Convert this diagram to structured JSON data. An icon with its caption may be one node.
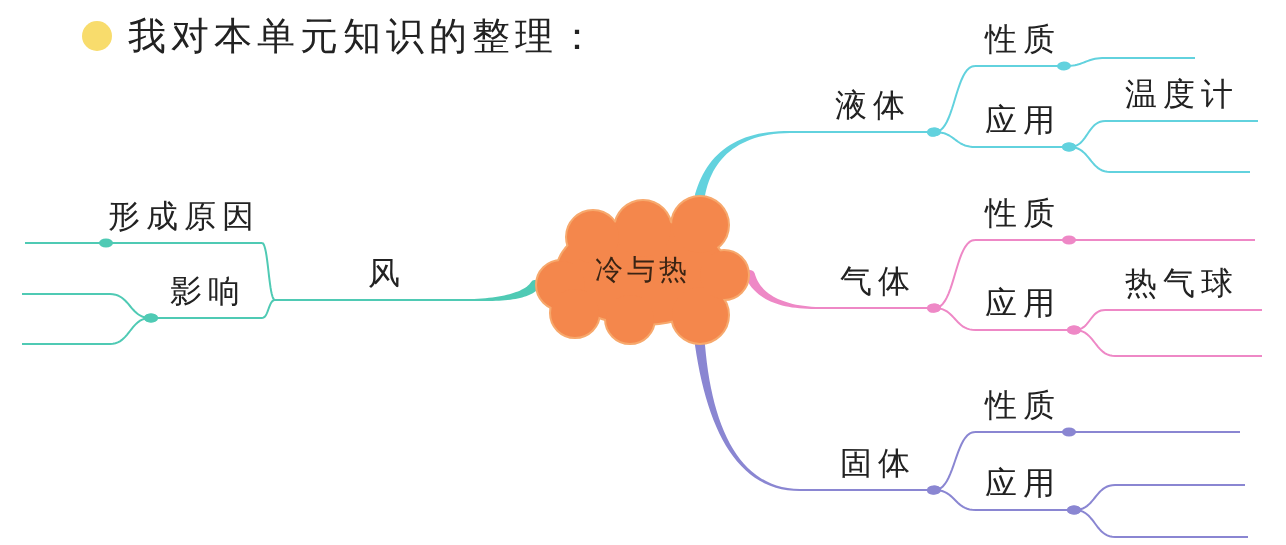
{
  "diagram": {
    "title": "我对本单元知识的整理：",
    "nodes": [
      {
        "text": [
          "冷与热"
        ]
      },
      {
        "text": [
          "风"
        ]
      },
      {
        "text": [
          "形成原因"
        ]
      },
      {
        "text": [
          "影响"
        ]
      },
      {
        "text": [
          "液体"
        ]
      },
      {
        "text": [
          "性质"
        ]
      },
      {
        "text": [
          "应用"
        ]
      },
      {
        "text": [
          "温度计"
        ]
      },
      {
        "text": [
          "气体"
        ]
      },
      {
        "text": [
          "性质"
        ]
      },
      {
        "text": [
          "应用"
        ]
      },
      {
        "text": [
          "热气球"
        ]
      },
      {
        "text": [
          "固体"
        ]
      },
      {
        "text": [
          "性质"
        ]
      },
      {
        "text": [
          "应用"
        ]
      }
    ],
    "edges": [
      {
        "from": 0,
        "to": 1,
        "arrow": "none",
        "style": "thick",
        "color": "#4fcab4"
      },
      {
        "from": 1,
        "to": 2,
        "arrow": "none",
        "color": "#4fcab4"
      },
      {
        "from": 1,
        "to": 3,
        "arrow": "none",
        "color": "#4fcab4"
      },
      {
        "from": 2,
        "to": null,
        "arrow": "other",
        "color": "#4fcab4"
      },
      {
        "from": 3,
        "to": null,
        "arrow": "other",
        "color": "#4fcab4"
      },
      {
        "from": 3,
        "to": null,
        "arrow": "other",
        "color": "#4fcab4"
      },
      {
        "from": 0,
        "to": 4,
        "arrow": "none",
        "style": "thick",
        "color": "#62d2de"
      },
      {
        "from": 4,
        "to": 5,
        "arrow": "other",
        "color": "#62d2de"
      },
      {
        "from": 4,
        "to": 6,
        "arrow": "other",
        "color": "#62d2de"
      },
      {
        "from": 5,
        "to": null,
        "arrow": "other",
        "color": "#62d2de"
      },
      {
        "from": 6,
        "to": 7,
        "arrow": "other",
        "color": "#62d2de"
      },
      {
        "from": 6,
        "to": null,
        "arrow": "other",
        "color": "#62d2de"
      },
      {
        "from": 0,
        "to": 8,
        "arrow": "none",
        "style": "thick",
        "color": "#ee88c6"
      },
      {
        "from": 8,
        "to": 9,
        "arrow": "other",
        "color": "#ee88c6"
      },
      {
        "from": 8,
        "to": 10,
        "arrow": "other",
        "color": "#ee88c6"
      },
      {
        "from": 9,
        "to": null,
        "arrow": "other",
        "color": "#ee88c6"
      },
      {
        "from": 10,
        "to": 11,
        "arrow": "other",
        "color": "#ee88c6"
      },
      {
        "from": 10,
        "to": null,
        "arrow": "other",
        "color": "#ee88c6"
      },
      {
        "from": 0,
        "to": 12,
        "arrow": "none",
        "style": "thick",
        "color": "#8a86d2"
      },
      {
        "from": 12,
        "to": 13,
        "arrow": "other",
        "color": "#8a86d2"
      },
      {
        "from": 12,
        "to": 14,
        "arrow": "other",
        "color": "#8a86d2"
      },
      {
        "from": 13,
        "to": null,
        "arrow": "other",
        "color": "#8a86d2"
      },
      {
        "from": 14,
        "to": null,
        "arrow": "other",
        "color": "#8a86d2"
      },
      {
        "from": 14,
        "to": null,
        "arrow": "other",
        "color": "#8a86d2"
      }
    ]
  }
}
